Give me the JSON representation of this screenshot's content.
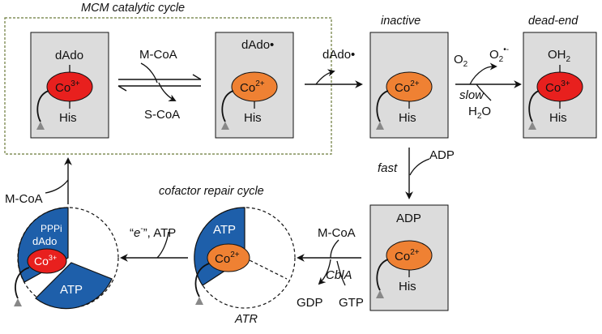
{
  "labels": {
    "mcm_cycle": "MCM catalytic cycle",
    "inactive": "inactive",
    "dead_end": "dead-end",
    "repair_cycle": "cofactor repair cycle",
    "atr": "ATR",
    "m_coa_top": "M-CoA",
    "s_coa": "S-CoA",
    "dado_radical_released": "dAdo•",
    "o2": "O",
    "o2_sub": "2",
    "superoxide": "O",
    "superoxide_sub": "2",
    "superoxide_sup": "•-",
    "slow": "slow",
    "h2o": "H",
    "h2o_sub": "2",
    "h2o_o": "O",
    "fast": "fast",
    "adp_in": "ADP",
    "m_coa_right": "M-CoA",
    "cbla": "CblA",
    "gdp": "GDP",
    "gtp": "GTP",
    "electron_atp_open": "“",
    "electron_e": "e",
    "electron_sup": "-",
    "electron_close": "”, ATP",
    "m_coa_left": "M-CoA"
  },
  "nodes": {
    "box1": {
      "top_label": "dAdo",
      "metal": "Co",
      "ox": "3+",
      "bottom": "His"
    },
    "box2": {
      "top_label": "dAdo•",
      "metal": "Co",
      "ox": "2+",
      "bottom": "His"
    },
    "box3": {
      "metal": "Co",
      "ox": "2+",
      "bottom": "His"
    },
    "box4": {
      "top_label": "OH",
      "top_sub": "2",
      "metal": "Co",
      "ox": "3+",
      "bottom": "His"
    },
    "box5": {
      "top_label": "ADP",
      "metal": "Co",
      "ox": "2+",
      "bottom": "His"
    },
    "atr_mid": {
      "segment": "ATP",
      "metal": "Co",
      "ox": "2+"
    },
    "atr_left": {
      "pppi": "PPPi",
      "dado": "dAdo",
      "metal": "Co",
      "ox": "3+",
      "segment": "ATP"
    }
  },
  "colors": {
    "box_fill": "#dcdcdc",
    "co3": "#e8201e",
    "co2": "#ef8133",
    "atr_blue": "#1e5faa",
    "dashed_frame": "#6b7a3a"
  }
}
